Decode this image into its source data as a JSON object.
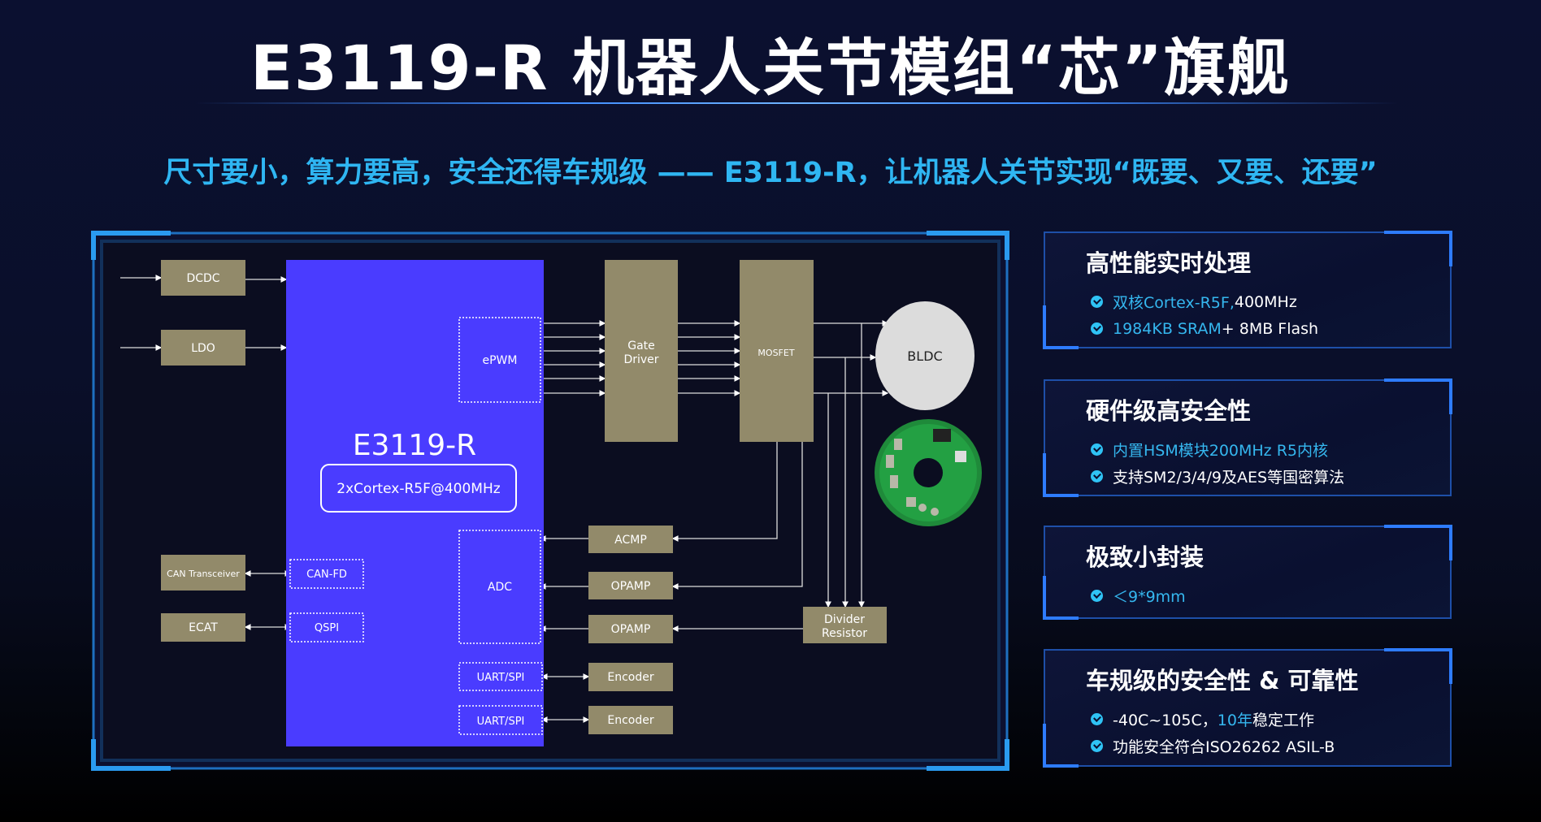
{
  "title": "E3119-R  机器人关节模组“芯”旗舰",
  "subtitle": "尺寸要小，算力要高，安全还得车规级 —— E3119-R，让机器人关节实现“既要、又要、还要”",
  "diagram": {
    "dcdc": "DCDC",
    "ldo": "LDO",
    "chip_name": "E3119-R",
    "chip_core": "2xCortex-R5F@400MHz",
    "epwm": "ePWM",
    "adc": "ADC",
    "can_fd": "CAN-FD",
    "qspi": "QSPI",
    "uart1": "UART/SPI",
    "uart2": "UART/SPI",
    "can_transceiver": "CAN Transceiver",
    "ecat": "ECAT",
    "gate_driver_1": "Gate",
    "gate_driver_2": "Driver",
    "mosfet": "MOSFET",
    "bldc": "BLDC",
    "acmp": "ACMP",
    "opamp1": "OPAMP",
    "opamp2": "OPAMP",
    "encoder1": "Encoder",
    "encoder2": "Encoder",
    "divider_1": "Divider",
    "divider_2": "Resistor",
    "colors": {
      "chip": "#4a3cff",
      "block": "#928a6a",
      "frame": "#1e88d8",
      "accent": "#2fb6f2"
    }
  },
  "cards": [
    {
      "title": "高性能实时处理",
      "items": [
        {
          "pre": "",
          "hl": "双核Cortex-R5F,",
          "post": " 400MHz"
        },
        {
          "pre": "",
          "hl": "1984KB SRAM",
          "post": " + 8MB Flash"
        }
      ]
    },
    {
      "title": "硬件级高安全性",
      "items": [
        {
          "pre": "",
          "hl": "内置HSM模块200MHz R5内核",
          "post": ""
        },
        {
          "pre": "支持SM2/3/4/9及AES等国密算法",
          "hl": "",
          "post": ""
        }
      ]
    },
    {
      "title": "极致小封装",
      "items": [
        {
          "pre": "",
          "hl": "＜9*9mm",
          "post": ""
        }
      ]
    },
    {
      "title": "车规级的安全性 & 可靠性",
      "items": [
        {
          "pre": "-40C~105C，",
          "hl": "10年",
          "post": "稳定工作"
        },
        {
          "pre": "功能安全符合ISO26262 ASIL-B",
          "hl": "",
          "post": ""
        }
      ]
    }
  ]
}
